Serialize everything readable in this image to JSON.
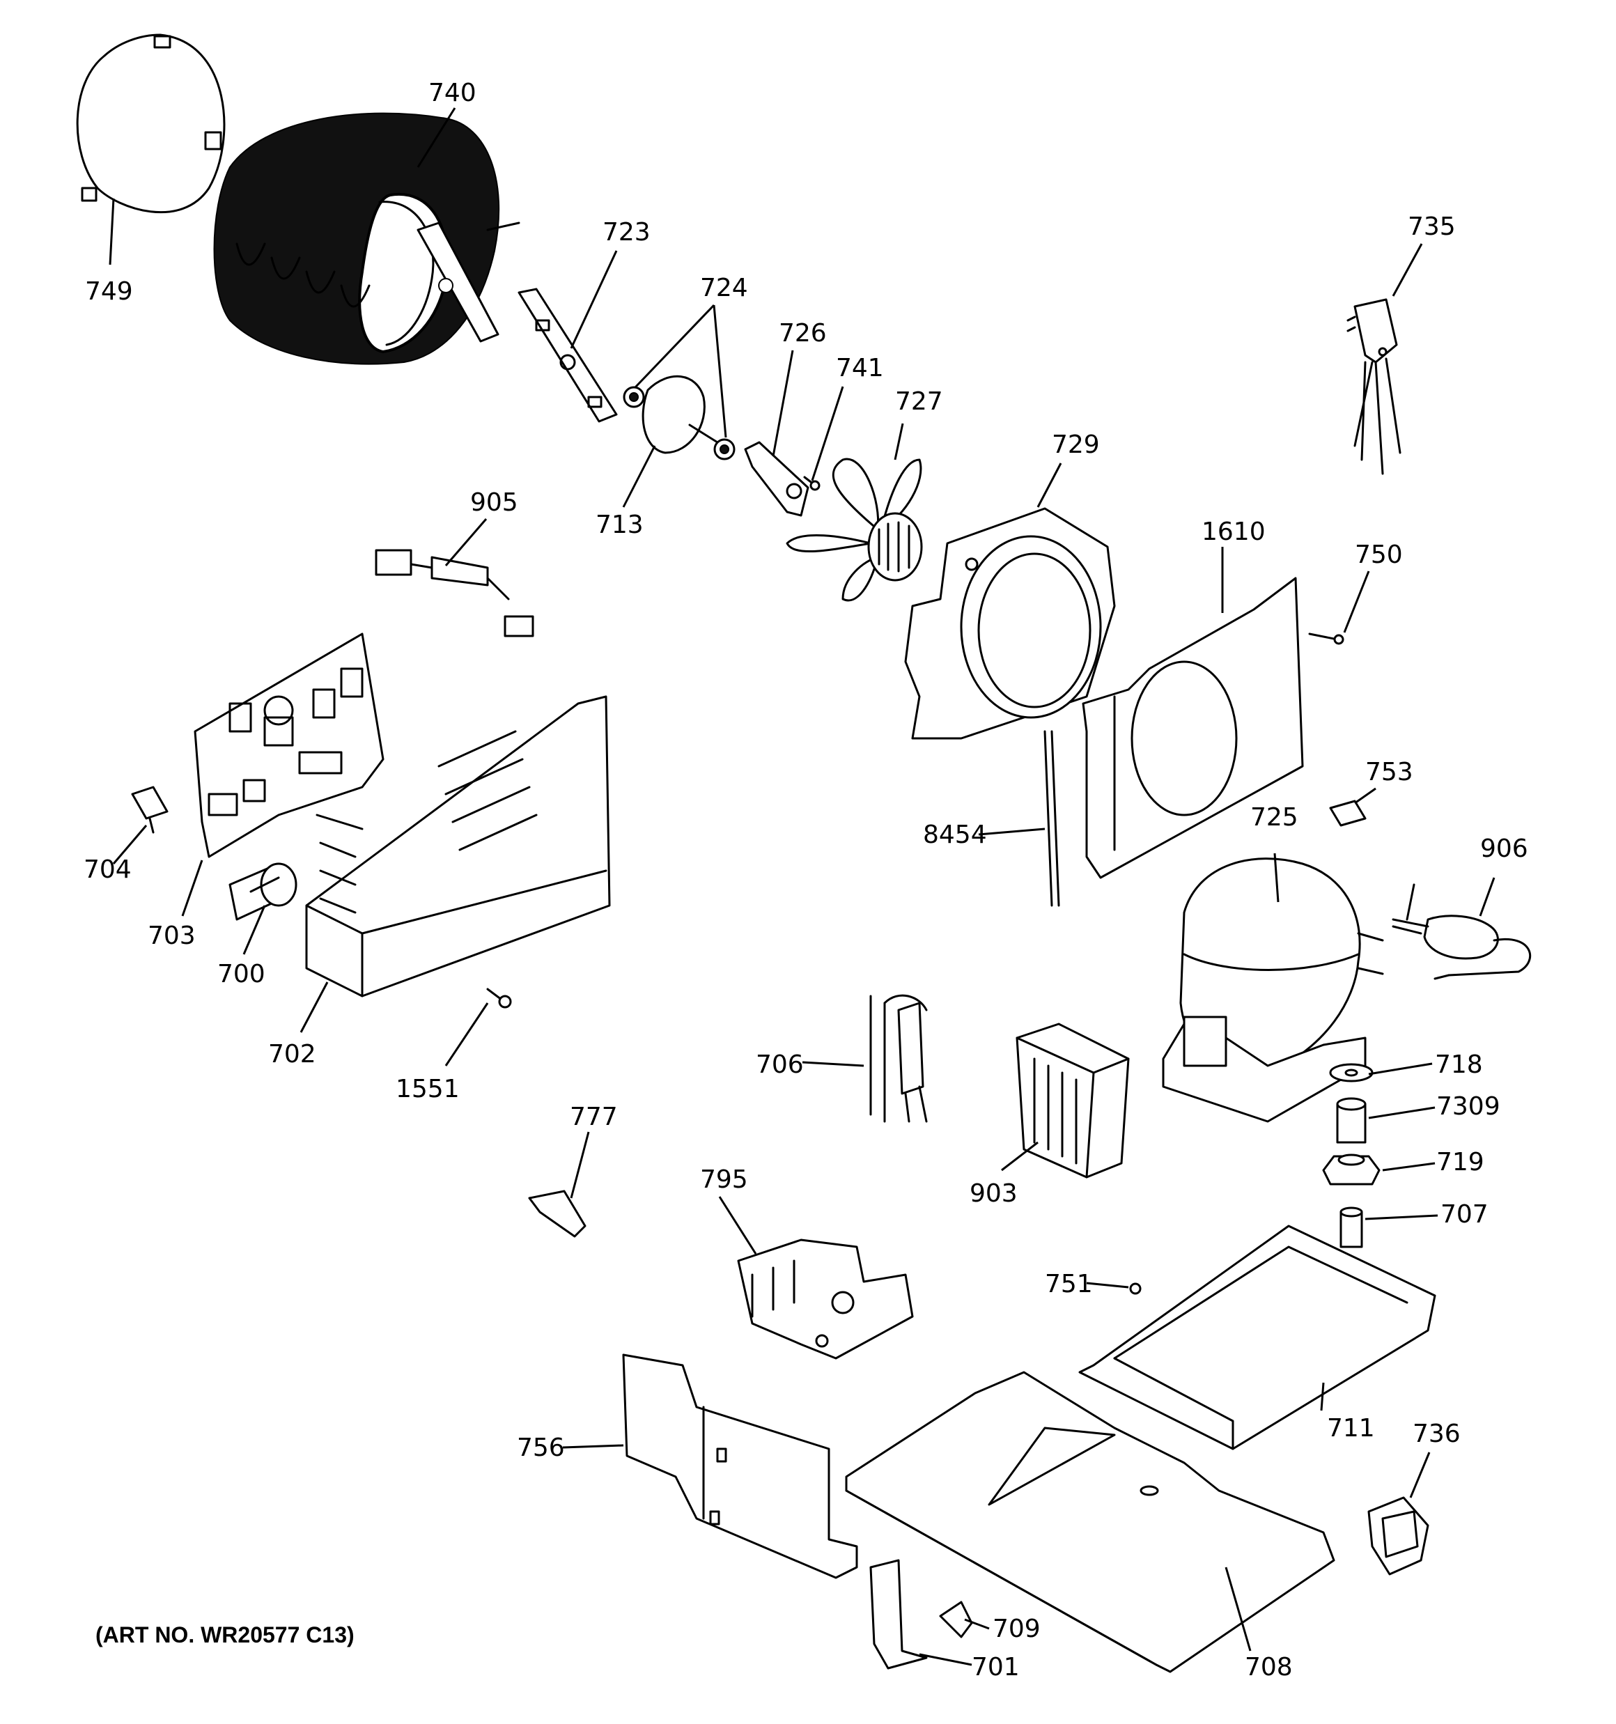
{
  "art_number": "(ART NO. WR20577 C13)",
  "callouts": [
    {
      "id": "740",
      "label": "740"
    },
    {
      "id": "749",
      "label": "749"
    },
    {
      "id": "723",
      "label": "723"
    },
    {
      "id": "724",
      "label": "724"
    },
    {
      "id": "726",
      "label": "726"
    },
    {
      "id": "741",
      "label": "741"
    },
    {
      "id": "727",
      "label": "727"
    },
    {
      "id": "713",
      "label": "713"
    },
    {
      "id": "735",
      "label": "735"
    },
    {
      "id": "729",
      "label": "729"
    },
    {
      "id": "905",
      "label": "905"
    },
    {
      "id": "1610",
      "label": "1610"
    },
    {
      "id": "750",
      "label": "750"
    },
    {
      "id": "753",
      "label": "753"
    },
    {
      "id": "704",
      "label": "704"
    },
    {
      "id": "8454",
      "label": "8454"
    },
    {
      "id": "725",
      "label": "725"
    },
    {
      "id": "906",
      "label": "906"
    },
    {
      "id": "703",
      "label": "703"
    },
    {
      "id": "700",
      "label": "700"
    },
    {
      "id": "702",
      "label": "702"
    },
    {
      "id": "1551",
      "label": "1551"
    },
    {
      "id": "706",
      "label": "706"
    },
    {
      "id": "718",
      "label": "718"
    },
    {
      "id": "7309",
      "label": "7309"
    },
    {
      "id": "719",
      "label": "719"
    },
    {
      "id": "903",
      "label": "903"
    },
    {
      "id": "777",
      "label": "777"
    },
    {
      "id": "795",
      "label": "795"
    },
    {
      "id": "707",
      "label": "707"
    },
    {
      "id": "751",
      "label": "751"
    },
    {
      "id": "711",
      "label": "711"
    },
    {
      "id": "756",
      "label": "756"
    },
    {
      "id": "736",
      "label": "736"
    },
    {
      "id": "709",
      "label": "709"
    },
    {
      "id": "708",
      "label": "708"
    },
    {
      "id": "701",
      "label": "701"
    }
  ]
}
